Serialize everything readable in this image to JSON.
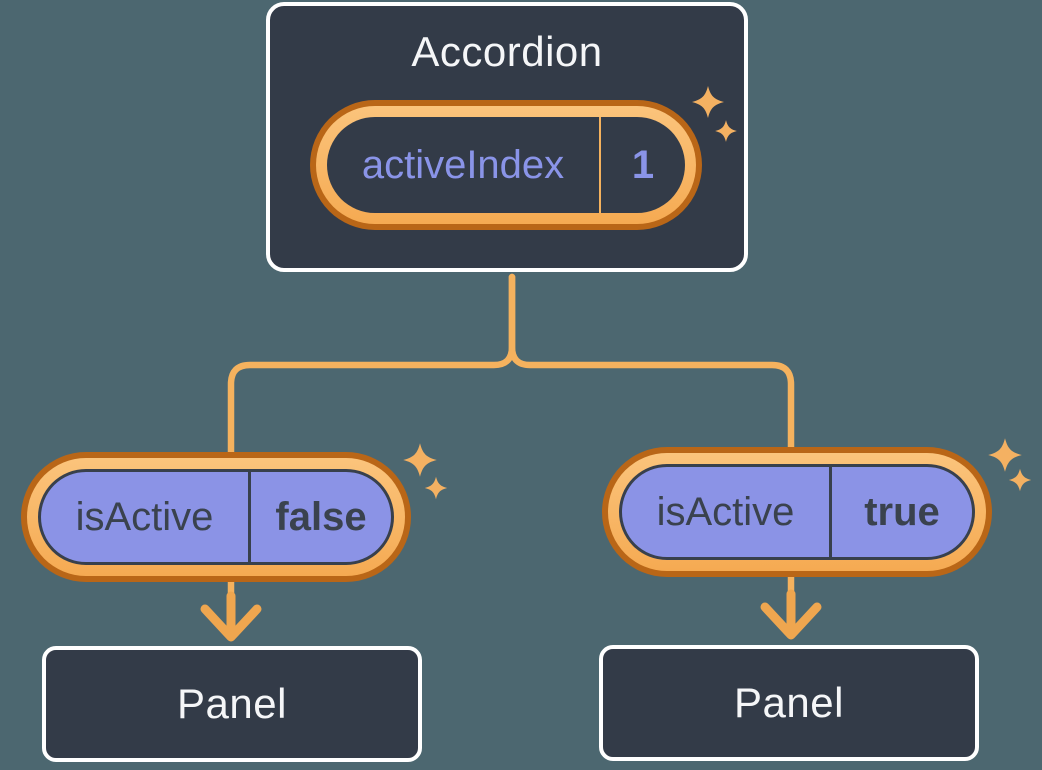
{
  "colors": {
    "background": "#4C6770",
    "node_fill": "#333B48",
    "node_border": "#FFFFFF",
    "ring_outer_orange": "#B96617",
    "ring_light_top": "#FBC47C",
    "ring_light_bottom": "#F5AA52",
    "connector_orange": "#F5B25E",
    "arrow_orange": "#EFA64F",
    "pill_purple": "#8B93E6",
    "pill_dark_border": "#38404C",
    "label_purple": "#8A94E8",
    "text_light": "#F5F6F8",
    "text_dark": "#3A424E",
    "sparkle": "#F4B162"
  },
  "diagram": {
    "accordion": {
      "title": "Accordion",
      "state": {
        "label": "activeIndex",
        "value": "1"
      }
    },
    "children": [
      {
        "prop": {
          "label": "isActive",
          "value": "false"
        },
        "panel": {
          "title": "Panel"
        }
      },
      {
        "prop": {
          "label": "isActive",
          "value": "true"
        },
        "panel": {
          "title": "Panel"
        }
      }
    ],
    "icons": {
      "sparkle_glyph": "✦",
      "arrow_glyph": "↓"
    }
  }
}
